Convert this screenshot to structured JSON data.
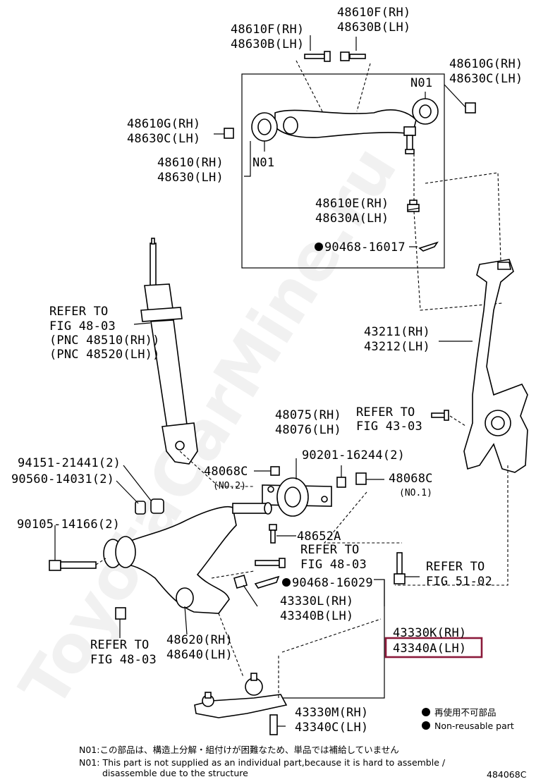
{
  "watermark": "ToyotaCarMine.ru",
  "labels": {
    "l01": "48610F(RH)",
    "l02": "48630B(LH)",
    "l03": "48610F(RH)",
    "l04": "48630B(LH)",
    "l05": "48610G(RH)",
    "l06": "48630C(LH)",
    "l07": "N01",
    "l08": "48610G(RH)",
    "l09": "48630C(LH)",
    "l10": "48610(RH)",
    "l11": "48630(LH)",
    "l12": "N01",
    "l13": "48610E(RH)",
    "l14": "48630A(LH)",
    "l15": "90468-16017",
    "l16": "REFER TO",
    "l17": "FIG 48-03",
    "l18": "(PNC 48510(RH))",
    "l19": "(PNC 48520(LH))",
    "l20": "43211(RH)",
    "l21": "43212(LH)",
    "l22": "48075(RH)",
    "l23": "48076(LH)",
    "l24": "REFER TO",
    "l25": "FIG 43-03",
    "l26": "90201-16244(2)",
    "l27": "94151-21441(2)",
    "l28": "90560-14031(2)",
    "l29": "48068C",
    "l30": "(NO.2)",
    "l31": "48068C",
    "l32": "(NO.1)",
    "l33": "90105-14166(2)",
    "l34": "48652A",
    "l35": "REFER TO",
    "l36": "FIG 48-03",
    "l37": "REFER TO",
    "l38": "FIG 51-02",
    "l39": "90468-16029",
    "l40": "43330L(RH)",
    "l41": "43340B(LH)",
    "l42": "REFER TO",
    "l43": "FIG 48-03",
    "l44": "48620(RH)",
    "l45": "48640(LH)",
    "l46": "43330K(RH)",
    "l47": "43340A(LH)",
    "l48": "43330M(RH)",
    "l49": "43340C(LH)"
  },
  "legend": {
    "jp": "再使用不可部品",
    "en": "Non-reusable part"
  },
  "notes": {
    "jp": "N01:この部品は、構造上分解・組付けが困難なため、単品では補給していません",
    "en1": "N01: This part is not supplied as an individual part,because it is hard to assemble /",
    "en2": "disassemble due to the structure"
  },
  "illustration_id": "484068C",
  "highlight_color": "#8b1a3a"
}
